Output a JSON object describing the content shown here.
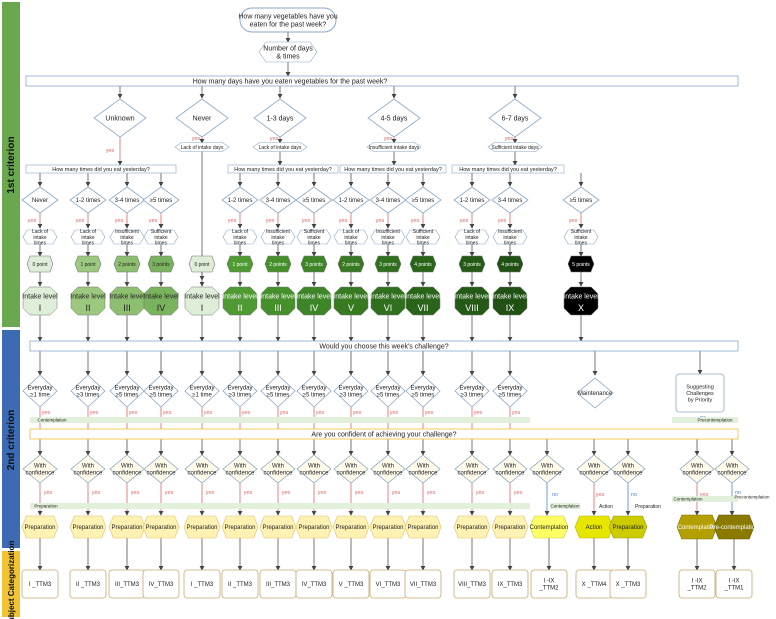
{
  "side_labels": {
    "first": "1st criterion",
    "second": "2nd criterion",
    "third": "Subject Categorization"
  },
  "colors": {
    "first_band": "#6aa84f",
    "second_band": "#3d6bb3",
    "third_band": "#f1c232",
    "arrow": "#444444",
    "yes": "#e06666",
    "no": "#4a86e8"
  },
  "top_question": "How many vegetables have you eaten for the past week?",
  "number_days": "Number of days & times",
  "days_question": "How many days have you eaten vegetables for the past week?",
  "yes": "yes",
  "no": "no",
  "day_groups": [
    {
      "label": "Unknown",
      "status": ""
    },
    {
      "label": "Never",
      "status": "Lack of intake days"
    },
    {
      "label": "1-3 days",
      "status": "Lack of intake days"
    },
    {
      "label": "4-5 days",
      "status": "Insufficient intake days"
    },
    {
      "label": "6-7 days",
      "status": "Sufficient intake days"
    }
  ],
  "times_question": "How many times did you eat yesterday?",
  "columns": [
    {
      "times": "Never",
      "status": "Lack of intake times",
      "points": "0 point",
      "level": "Intake level",
      "roman": "I",
      "challenge": "Everyday ≥1 time",
      "confidence": "With confidence",
      "stage": "Preparation",
      "category": "I _TTM3"
    },
    {
      "times": "1-2 times",
      "status": "Lack of intake times",
      "points": "1 point",
      "level": "Intake level",
      "roman": "II",
      "challenge": "Everyday ≥3 times",
      "confidence": "With confidence",
      "stage": "Preparation",
      "category": "II _TTM3"
    },
    {
      "times": "3-4 times",
      "status": "Insufficient intake times",
      "points": "2 points",
      "level": "Intake level",
      "roman": "III",
      "challenge": "Everyday ≥5 times",
      "confidence": "With confidence",
      "stage": "Preparation",
      "category": "III_TTM3"
    },
    {
      "times": "≥5 times",
      "status": "Sufficient intake times",
      "points": "3 points",
      "level": "Intake level",
      "roman": "IV",
      "challenge": "Everyday ≥5 times",
      "confidence": "With confidence",
      "stage": "Preparation",
      "category": "IV_TTM3"
    },
    {
      "times": "",
      "status": "",
      "points": "0 point",
      "level": "Intake level",
      "roman": "I",
      "challenge": "Everyday ≥1 time",
      "confidence": "With confidence",
      "stage": "Preparation",
      "category": "I _TTM3"
    },
    {
      "times": "1-2 times",
      "status": "Lack of intake times",
      "points": "1 point",
      "level": "Intake level",
      "roman": "II",
      "challenge": "Everyday ≥3 times",
      "confidence": "With confidence",
      "stage": "Preparation",
      "category": "II _TTM3"
    },
    {
      "times": "3-4 times",
      "status": "Insufficient intake times",
      "points": "2 points",
      "level": "Intake level",
      "roman": "III",
      "challenge": "Everyday ≥5 times",
      "confidence": "With confidence",
      "stage": "Preparation",
      "category": "III_TTM3"
    },
    {
      "times": "≥5 times",
      "status": "Sufficient intake times",
      "points": "3 points",
      "level": "Intake level",
      "roman": "IV",
      "challenge": "Everyday ≥5 times",
      "confidence": "With confidence",
      "stage": "Preparation",
      "category": "IV_TTM3"
    },
    {
      "times": "1-2 times",
      "status": "Lack of intake times",
      "points": "2 points",
      "level": "Intake level",
      "roman": "V",
      "challenge": "Everyday ≥3 times",
      "confidence": "With confidence",
      "stage": "Preparation",
      "category": "V _TTM3"
    },
    {
      "times": "3-4 times",
      "status": "Insufficient intake times",
      "points": "3 points",
      "level": "Intake level",
      "roman": "VI",
      "challenge": "Everyday ≥5 times",
      "confidence": "With confidence",
      "stage": "Preparation",
      "category": "VI_TTM3"
    },
    {
      "times": "≥5 times",
      "status": "Sufficient intake times",
      "points": "4 points",
      "level": "Intake level",
      "roman": "VII",
      "challenge": "Everyday ≥5 times",
      "confidence": "With confidence",
      "stage": "Preparation",
      "category": "VII_TTM3"
    },
    {
      "times": "1-2 times",
      "status": "Lack of intake times",
      "points": "3 points",
      "level": "Intake level",
      "roman": "VIII",
      "challenge": "Everyday ≥3 times",
      "confidence": "With confidence",
      "stage": "Preparation",
      "category": "VIII_TTM3"
    },
    {
      "times": "3-4 times",
      "status": "Insufficient intake times",
      "points": "4 points",
      "level": "Intake level",
      "roman": "IX",
      "challenge": "Everyday ≥5 times",
      "confidence": "With confidence",
      "stage": "Preparation",
      "category": "IX_TTM3"
    },
    {
      "times": "≥5 times",
      "status": "Sufficient intake times",
      "points": "5 points",
      "level": "Intake level",
      "roman": "X",
      "challenge": "",
      "confidence": "",
      "stage": "",
      "category": ""
    }
  ],
  "challenge_question": "Would you choose this week's challenge?",
  "confidence_question": "Are you confident of achieving your challenge?",
  "maintenance": "Maintenance",
  "suggesting": "Suggesting Challenges by Priority",
  "contemplation": "Contemplation",
  "precontemplation": "Precontemplation",
  "preparation": "Preparation",
  "action": "Action",
  "pre_contemplation_box": "Pre-contemplation",
  "with_confidence": "With confidence",
  "cat_I_IX_2": "I -IX _TTM2",
  "cat_X_4": "X _TTM4",
  "cat_X_3": "X _TTM3",
  "cat_I_IX_2b": "I -IX _TTM2",
  "cat_I_IX_1": "I -IX _TTM1"
}
